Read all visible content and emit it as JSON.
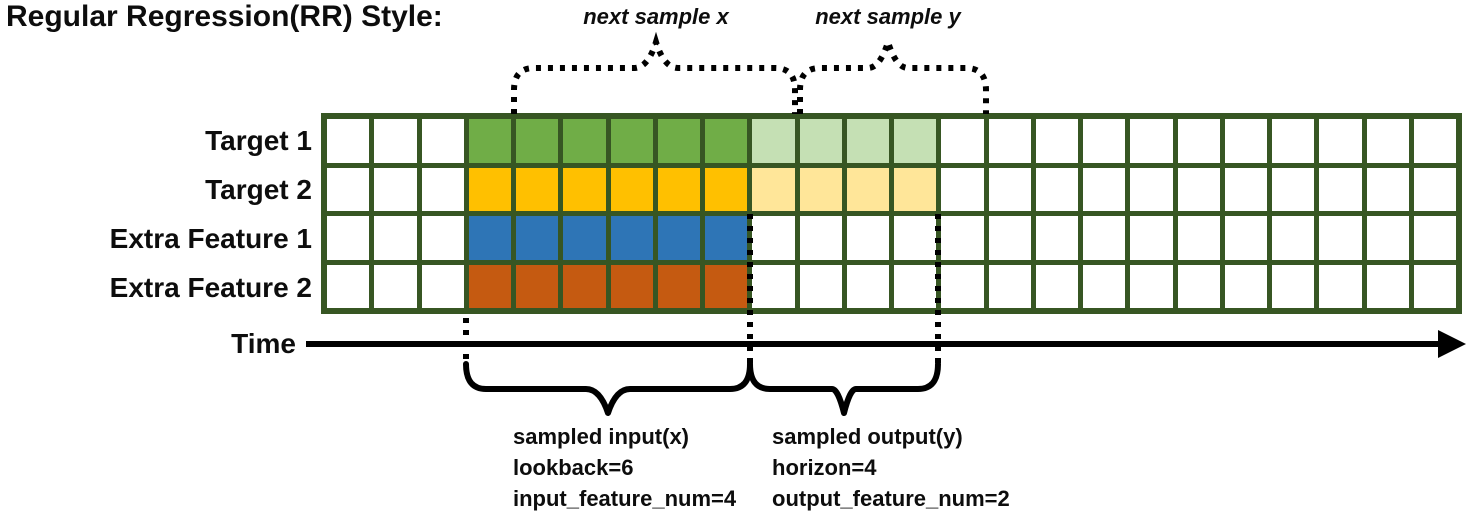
{
  "title": "Regular Regression(RR) Style:",
  "time_label": "Time",
  "braces_top": {
    "x_label": "next sample x",
    "y_label": "next sample y"
  },
  "row_labels": [
    "Target 1",
    "Target 2",
    "Extra Feature 1",
    "Extra Feature 2"
  ],
  "input_block": {
    "lines": [
      "sampled input(x)",
      "lookback=6",
      "input_feature_num=4"
    ]
  },
  "output_block": {
    "lines": [
      "sampled output(y)",
      "horizon=4",
      "output_feature_num=2"
    ]
  },
  "colors": {
    "grid_border": "#375623",
    "empty_cell": "#ffffff",
    "target1_input": "#70AD47",
    "target1_output": "#C5E0B4",
    "target2_input": "#FFC000",
    "target2_output": "#FFE699",
    "extra1_input": "#2E75B6",
    "extra2_input": "#C55A11",
    "annotation": "#000000"
  },
  "grid": {
    "columns": 24,
    "rows": [
      {
        "name": "Target 1",
        "segments": [
          {
            "start": 3,
            "count": 6,
            "color": "#70AD47",
            "role": "input"
          },
          {
            "start": 9,
            "count": 4,
            "color": "#C5E0B4",
            "role": "output"
          }
        ]
      },
      {
        "name": "Target 2",
        "segments": [
          {
            "start": 3,
            "count": 6,
            "color": "#FFC000",
            "role": "input"
          },
          {
            "start": 9,
            "count": 4,
            "color": "#FFE699",
            "role": "output"
          }
        ]
      },
      {
        "name": "Extra Feature 1",
        "segments": [
          {
            "start": 3,
            "count": 6,
            "color": "#2E75B6",
            "role": "input"
          }
        ]
      },
      {
        "name": "Extra Feature 2",
        "segments": [
          {
            "start": 3,
            "count": 6,
            "color": "#C55A11",
            "role": "input"
          }
        ]
      }
    ]
  }
}
